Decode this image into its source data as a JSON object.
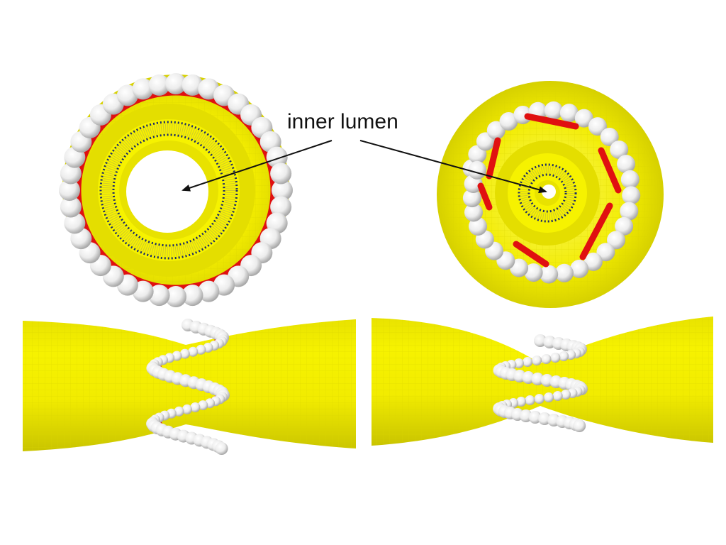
{
  "annotation": {
    "label": "inner lumen"
  },
  "panels": [
    {
      "view": "end-on",
      "constriction": "mild"
    },
    {
      "view": "end-on",
      "constriction": "strong"
    },
    {
      "view": "side",
      "constriction": "mild"
    },
    {
      "view": "side",
      "constriction": "strong"
    }
  ],
  "colors": {
    "membrane": "#f2ec00",
    "membrane_dark": "#c9c400",
    "membrane_light": "#fbf86a",
    "filament": "#e01010",
    "bead": "#f4f4f4",
    "bead_shadow": "#a9a9a9",
    "lipid_dot": "#1a2a6a",
    "arrow": "#111111"
  }
}
